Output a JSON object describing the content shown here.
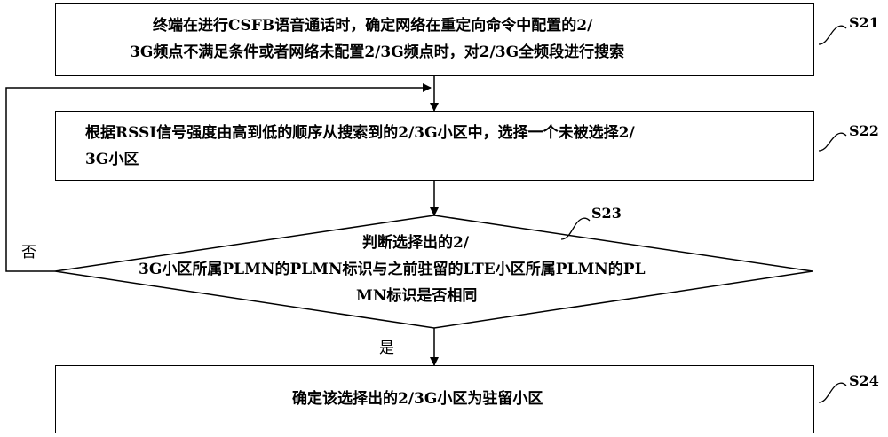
{
  "steps": {
    "s21": {
      "id": "S21",
      "lines": [
        "终端在进行CSFB语音通话时，确定网络在重定向命令中配置的2/",
        "3G频点不满足条件或者网络未配置2/3G频点时，对2/3G全频段进行搜索"
      ]
    },
    "s22": {
      "id": "S22",
      "lines": [
        "根据RSSI信号强度由高到低的顺序从搜索到的2/3G小区中，选择一个未被选择2/",
        "3G小区"
      ]
    },
    "s23": {
      "id": "S23",
      "lines": [
        "判断选择出的2/",
        "3G小区所属PLMN的PLMN标识与之前驻留的LTE小区所属PLMN的PL",
        "MN标识是否相同"
      ]
    },
    "s24": {
      "id": "S24",
      "lines": [
        "确定该选择出的2/3G小区为驻留小区"
      ]
    }
  },
  "branches": {
    "no": "否",
    "yes": "是"
  }
}
